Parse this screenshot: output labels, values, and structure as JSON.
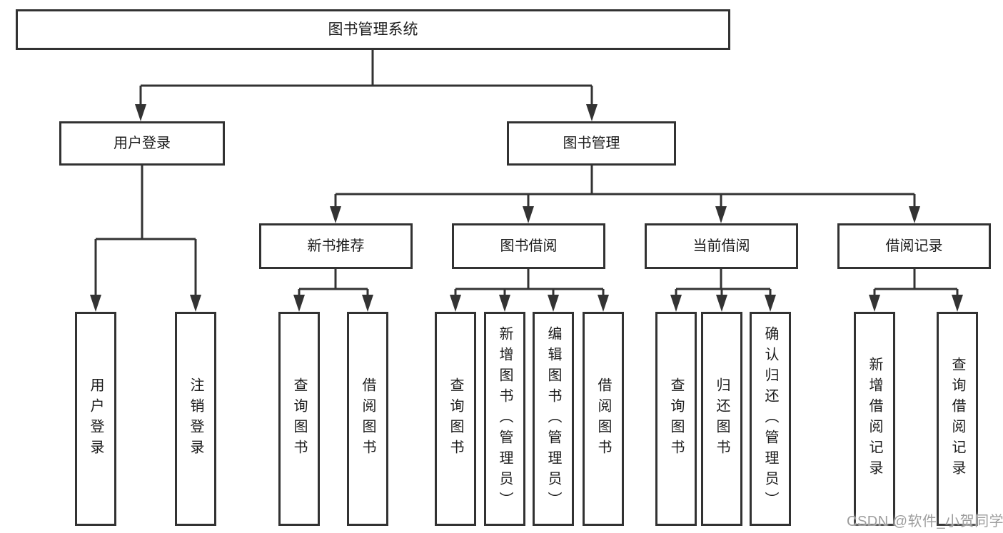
{
  "colors": {
    "line": "#333333",
    "box_border": "#323232",
    "text": "#1c1c1c",
    "watermark": "#9d9d9d",
    "background": "#ffffff"
  },
  "tree": {
    "label": "图书管理系统",
    "children": [
      {
        "label": "用户登录",
        "children": [
          {
            "label": "用户登录"
          },
          {
            "label": "注销登录"
          }
        ]
      },
      {
        "label": "图书管理",
        "children": [
          {
            "label": "新书推荐",
            "children": [
              {
                "label": "查询图书"
              },
              {
                "label": "借阅图书"
              }
            ]
          },
          {
            "label": "图书借阅",
            "children": [
              {
                "label": "查询图书"
              },
              {
                "label": "新增图书（管理员）"
              },
              {
                "label": "编辑图书（管理员）"
              },
              {
                "label": "借阅图书"
              }
            ]
          },
          {
            "label": "当前借阅",
            "children": [
              {
                "label": "查询图书"
              },
              {
                "label": "归还图书"
              },
              {
                "label": "确认归还（管理员）"
              }
            ]
          },
          {
            "label": "借阅记录",
            "children": [
              {
                "label": "新增借阅记录"
              },
              {
                "label": "查询借阅记录"
              }
            ]
          }
        ]
      }
    ]
  },
  "watermark": {
    "text": "CSDN @软件_小贺同学"
  }
}
